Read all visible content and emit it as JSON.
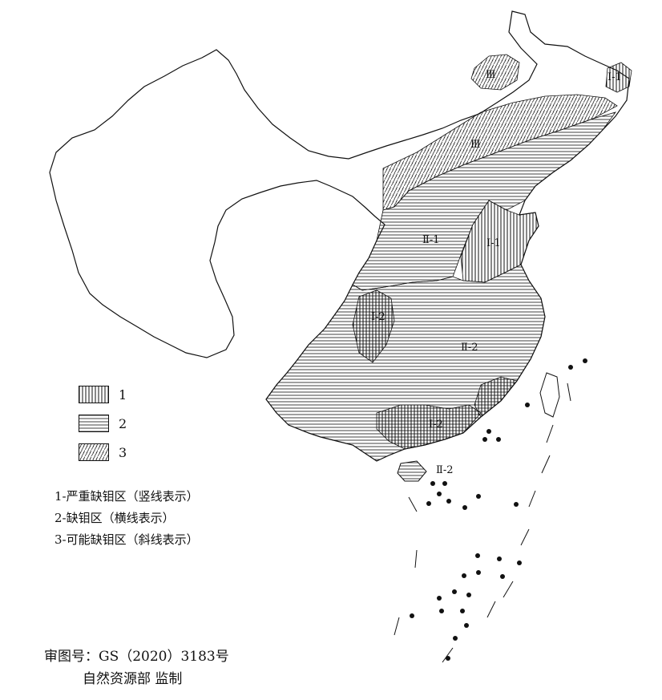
{
  "map": {
    "zones": [
      {
        "id": "I-1",
        "label": "Ⅰ-1",
        "category": 1
      },
      {
        "id": "I-2",
        "label": "Ⅰ-2",
        "category": 1
      },
      {
        "id": "II-1",
        "label": "Ⅱ-1",
        "category": 2
      },
      {
        "id": "II-2",
        "label": "Ⅱ-2",
        "category": 2
      },
      {
        "id": "III",
        "label": "Ⅲ",
        "category": 3
      }
    ],
    "labels": {
      "iii_north": "Ⅲ",
      "iii_main": "Ⅲ",
      "i1_north": "Ⅰ-1",
      "ii1": "Ⅱ-1",
      "i1_shandong": "Ⅰ-1",
      "i2_west": "Ⅰ-2",
      "ii2_main": "Ⅱ-2",
      "i2_south": "Ⅰ-2",
      "ii2_hainan": "Ⅱ-2"
    }
  },
  "legend": {
    "items": [
      {
        "number": "1",
        "pattern": "vertical-lines"
      },
      {
        "number": "2",
        "pattern": "horizontal-lines"
      },
      {
        "number": "3",
        "pattern": "diagonal-dashes"
      }
    ]
  },
  "notes": [
    "1-严重缺钼区（竖线表示）",
    "2-缺钼区（横线表示）",
    "3-可能缺钼区（斜线表示）"
  ],
  "credits": {
    "review_number": "审图号：GS（2020）3183号",
    "supervisor": "自然资源部 监制"
  }
}
